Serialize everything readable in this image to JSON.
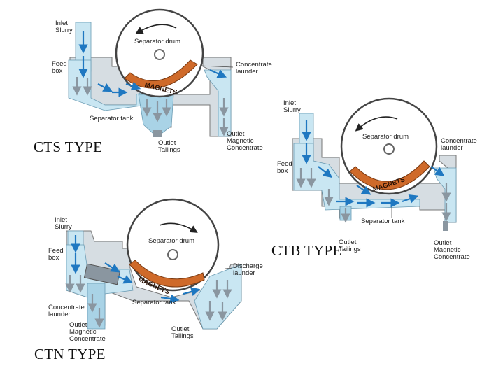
{
  "cts": {
    "title": "CTS TYPE",
    "labels": {
      "inlet": "Inlet\nSlurry",
      "feed_box": "Feed\nbox",
      "drum": "Separator drum",
      "magnets": "MAGNETS",
      "concentrate_launder": "Concentrate\nlaunder",
      "tank": "Separator tank",
      "outlet_tailings": "Outlet\nTailings",
      "outlet_magnetic": "Outlet\nMagnetic\nConcentrate"
    }
  },
  "ctb": {
    "title": "CTB TYPE",
    "labels": {
      "inlet": "Inlet\nSlurry",
      "feed_box": "Feed\nbox",
      "drum": "Separator drum",
      "magnets": "MAGNETS",
      "concentrate_launder": "Concentrate\nlaunder",
      "tank": "Separator tank",
      "outlet_tailings": "Outlet\nTailings",
      "outlet_magnetic": "Outlet\nMagnetic\nConcentrate"
    }
  },
  "ctn": {
    "title": "CTN TYPE",
    "labels": {
      "inlet": "Inlet\nSlurry",
      "feed_box": "Feed\nbox",
      "drum": "Separator drum",
      "magnets": "MAGNETS",
      "discharge_launder": "Discharge\nlaunder",
      "tank": "Separator tank",
      "concentrate_launder": "Concentrate\nlaunder",
      "outlet_magnetic": "Outlet\nMagnetic\nConcentrate",
      "outlet_tailings": "Outlet\nTailings"
    }
  },
  "colors": {
    "water": "#c9e6f2",
    "water_dark": "#a9d3e6",
    "tank_gray": "#d6dde2",
    "magnet": "#cf6a2a",
    "arrow_blue": "#1f78c1",
    "arrow_gray": "#8a96a0",
    "outline": "#555555"
  }
}
